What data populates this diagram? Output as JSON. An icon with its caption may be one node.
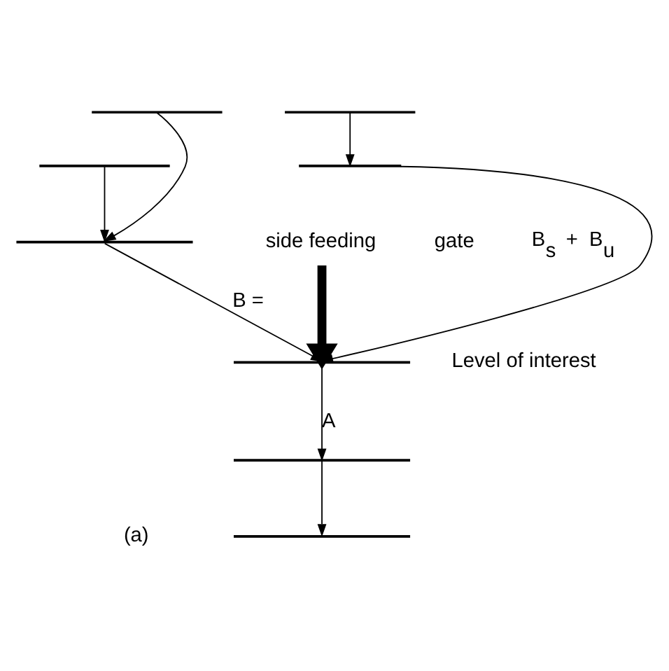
{
  "diagram": {
    "nodes": [
      {
        "text": [],
        "shape": "bar"
      },
      {
        "text": [],
        "shape": "bar"
      },
      {
        "text": [],
        "shape": "bar"
      },
      {
        "text": [],
        "shape": "bar"
      },
      {
        "text": [],
        "shape": "bar"
      },
      {
        "text": [],
        "shape": "bar",
        "beside": [
          "Level of interest"
        ]
      },
      {
        "text": [],
        "shape": "bar"
      },
      {
        "text": [],
        "shape": "bar"
      },
      {
        "text": [
          "side feeding"
        ]
      }
    ],
    "edges": [
      {
        "from": 0,
        "to": 4,
        "arrow": "to"
      },
      {
        "from": 1,
        "to": 4,
        "arrow": "to"
      },
      {
        "from": 2,
        "to": 3,
        "arrow": "to"
      },
      {
        "from": 3,
        "to": 5,
        "arrow": "to"
      },
      {
        "from": 4,
        "to": 5,
        "arrow": "to",
        "label": "B ="
      },
      {
        "from": 5,
        "to": 6,
        "arrow": "to",
        "label": "A"
      },
      {
        "from": 6,
        "to": 7,
        "arrow": "to"
      },
      {
        "from": 8,
        "to": 5,
        "arrow": "to",
        "style": "thick"
      }
    ],
    "labels": [
      "gate",
      "B$_{s}$ + B$_{u}$",
      "(a)"
    ]
  }
}
